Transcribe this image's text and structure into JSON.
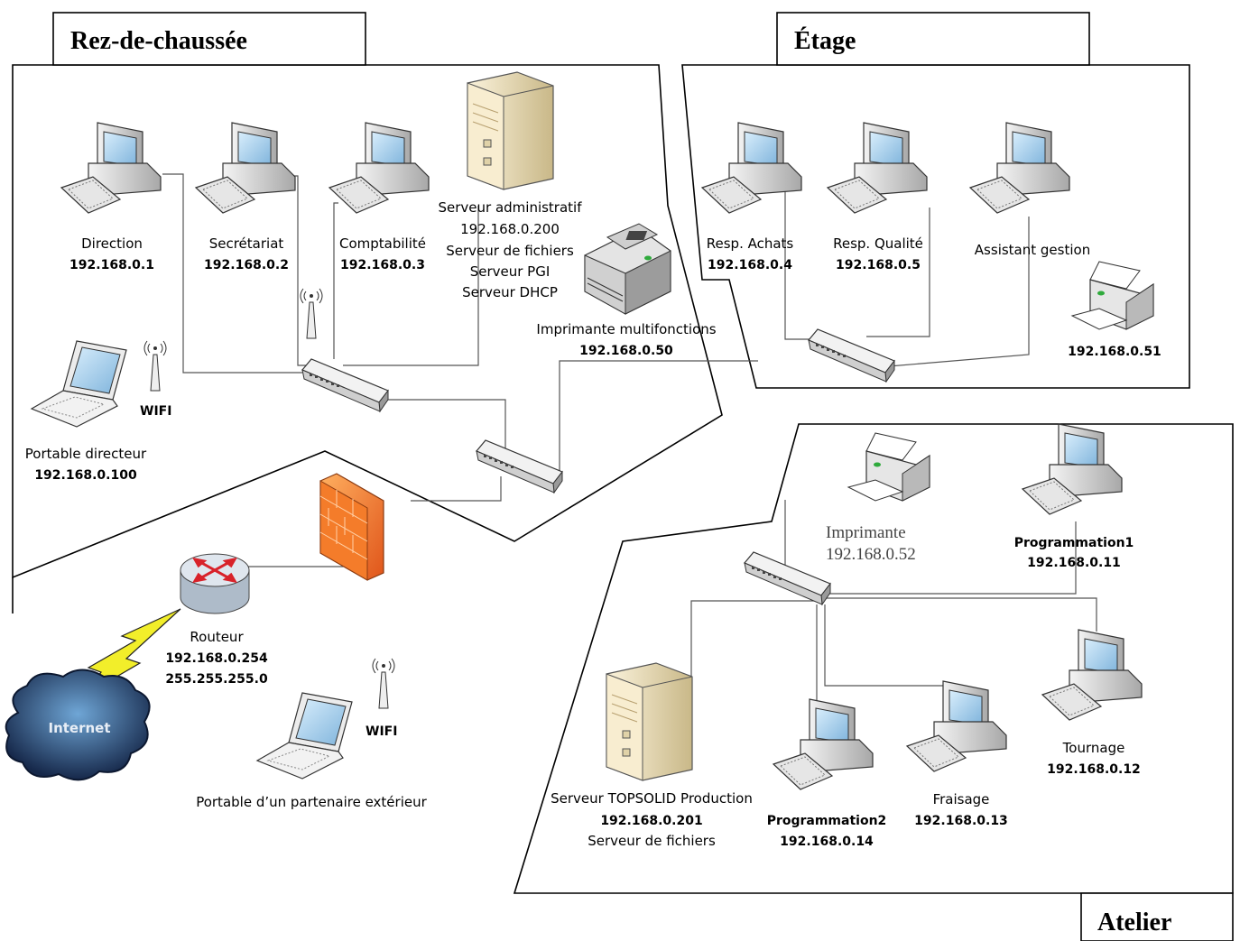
{
  "zones": {
    "rdc": "Rez-de-chaussée",
    "etage": "Étage",
    "atelier": "Atelier"
  },
  "rdc": {
    "direction": [
      "Direction",
      "192.168.0.1"
    ],
    "secretariat": [
      "Secrétariat",
      "192.168.0.2"
    ],
    "comptabilite": [
      "Comptabilité",
      "192.168.0.3"
    ],
    "serveur": [
      "Serveur administratif",
      "192.168.0.200",
      "Serveur de fichiers",
      "Serveur PGI",
      "Serveur DHCP"
    ],
    "imprimante": [
      "Imprimante multifonctions",
      "192.168.0.50"
    ],
    "portable": [
      "Portable directeur",
      "192.168.0.100"
    ],
    "wifi": "WIFI"
  },
  "etage": {
    "achats": [
      "Resp. Achats",
      "192.168.0.4"
    ],
    "qualite": [
      "Resp. Qualité",
      "192.168.0.5"
    ],
    "assistant": "Assistant gestion",
    "imprimante_ip": "192.168.0.51"
  },
  "atelier": {
    "imprimante": [
      "Imprimante",
      "192.168.0.52"
    ],
    "prog1": [
      "Programmation1",
      "192.168.0.11"
    ],
    "serveur": [
      "Serveur TOPSOLID Production",
      "192.168.0.201",
      "Serveur de fichiers"
    ],
    "prog2": [
      "Programmation2",
      "192.168.0.14"
    ],
    "fraisage": [
      "Fraisage",
      "192.168.0.13"
    ],
    "tournage": [
      "Tournage",
      "192.168.0.12"
    ]
  },
  "exterieur": {
    "routeur": [
      "Routeur",
      "192.168.0.254",
      "255.255.255.0"
    ],
    "internet": "Internet",
    "portable_partenaire": "Portable d’un partenaire extérieur",
    "wifi": "WIFI"
  },
  "colors": {
    "firewall": "#f07a2a",
    "cloud": "#2e4f7a",
    "router": "#c9d4e0",
    "lightning": "#f2ee2a"
  }
}
